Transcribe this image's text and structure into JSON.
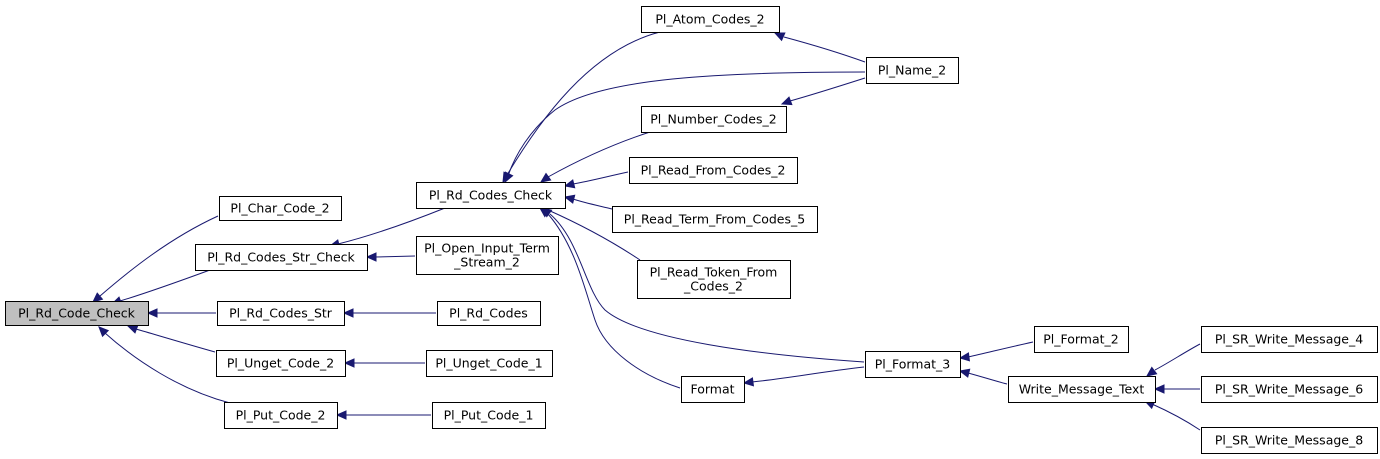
{
  "graph": {
    "nodes": [
      {
        "id": "rd_code_check",
        "lines": [
          "Pl_Rd_Code_Check"
        ],
        "root": true
      },
      {
        "id": "char_code_2",
        "lines": [
          "Pl_Char_Code_2"
        ]
      },
      {
        "id": "rd_codes_str_check",
        "lines": [
          "Pl_Rd_Codes_Str_Check"
        ]
      },
      {
        "id": "rd_codes_str",
        "lines": [
          "Pl_Rd_Codes_Str"
        ]
      },
      {
        "id": "unget_code_2",
        "lines": [
          "Pl_Unget_Code_2"
        ]
      },
      {
        "id": "put_code_2",
        "lines": [
          "Pl_Put_Code_2"
        ]
      },
      {
        "id": "rd_codes_check",
        "lines": [
          "Pl_Rd_Codes_Check"
        ]
      },
      {
        "id": "open_input_term_stream_2",
        "lines": [
          "Pl_Open_Input_Term",
          "_Stream_2"
        ]
      },
      {
        "id": "rd_codes",
        "lines": [
          "Pl_Rd_Codes"
        ]
      },
      {
        "id": "unget_code_1",
        "lines": [
          "Pl_Unget_Code_1"
        ]
      },
      {
        "id": "put_code_1",
        "lines": [
          "Pl_Put_Code_1"
        ]
      },
      {
        "id": "atom_codes_2",
        "lines": [
          "Pl_Atom_Codes_2"
        ]
      },
      {
        "id": "number_codes_2",
        "lines": [
          "Pl_Number_Codes_2"
        ]
      },
      {
        "id": "read_from_codes_2",
        "lines": [
          "Pl_Read_From_Codes_2"
        ]
      },
      {
        "id": "read_term_from_codes_5",
        "lines": [
          "Pl_Read_Term_From_Codes_5"
        ]
      },
      {
        "id": "read_token_from_codes_2",
        "lines": [
          "Pl_Read_Token_From",
          "_Codes_2"
        ]
      },
      {
        "id": "format",
        "lines": [
          "Format"
        ]
      },
      {
        "id": "name_2",
        "lines": [
          "Pl_Name_2"
        ]
      },
      {
        "id": "format_3",
        "lines": [
          "Pl_Format_3"
        ]
      },
      {
        "id": "format_2",
        "lines": [
          "Pl_Format_2"
        ]
      },
      {
        "id": "write_message_text",
        "lines": [
          "Write_Message_Text"
        ]
      },
      {
        "id": "sr_write_message_4",
        "lines": [
          "Pl_SR_Write_Message_4"
        ]
      },
      {
        "id": "sr_write_message_6",
        "lines": [
          "Pl_SR_Write_Message_6"
        ]
      },
      {
        "id": "sr_write_message_8",
        "lines": [
          "Pl_SR_Write_Message_8"
        ]
      }
    ],
    "edges": [
      {
        "from": "char_code_2",
        "to": "rd_code_check"
      },
      {
        "from": "rd_codes_str_check",
        "to": "rd_code_check"
      },
      {
        "from": "rd_codes_str",
        "to": "rd_code_check"
      },
      {
        "from": "unget_code_2",
        "to": "rd_code_check"
      },
      {
        "from": "put_code_2",
        "to": "rd_code_check"
      },
      {
        "from": "rd_codes_check",
        "to": "rd_codes_str_check"
      },
      {
        "from": "open_input_term_stream_2",
        "to": "rd_codes_str_check"
      },
      {
        "from": "rd_codes",
        "to": "rd_codes_str"
      },
      {
        "from": "unget_code_1",
        "to": "unget_code_2"
      },
      {
        "from": "put_code_1",
        "to": "put_code_2"
      },
      {
        "from": "atom_codes_2",
        "to": "rd_codes_check"
      },
      {
        "from": "name_2",
        "to": "rd_codes_check"
      },
      {
        "from": "number_codes_2",
        "to": "rd_codes_check"
      },
      {
        "from": "read_from_codes_2",
        "to": "rd_codes_check"
      },
      {
        "from": "read_term_from_codes_5",
        "to": "rd_codes_check"
      },
      {
        "from": "read_token_from_codes_2",
        "to": "rd_codes_check"
      },
      {
        "from": "format_3",
        "to": "rd_codes_check"
      },
      {
        "from": "format",
        "to": "rd_codes_check"
      },
      {
        "from": "name_2",
        "to": "atom_codes_2"
      },
      {
        "from": "name_2",
        "to": "number_codes_2"
      },
      {
        "from": "format_3",
        "to": "format"
      },
      {
        "from": "format_2",
        "to": "format_3"
      },
      {
        "from": "write_message_text",
        "to": "format_3"
      },
      {
        "from": "sr_write_message_4",
        "to": "write_message_text"
      },
      {
        "from": "sr_write_message_6",
        "to": "write_message_text"
      },
      {
        "from": "sr_write_message_8",
        "to": "write_message_text"
      }
    ]
  }
}
